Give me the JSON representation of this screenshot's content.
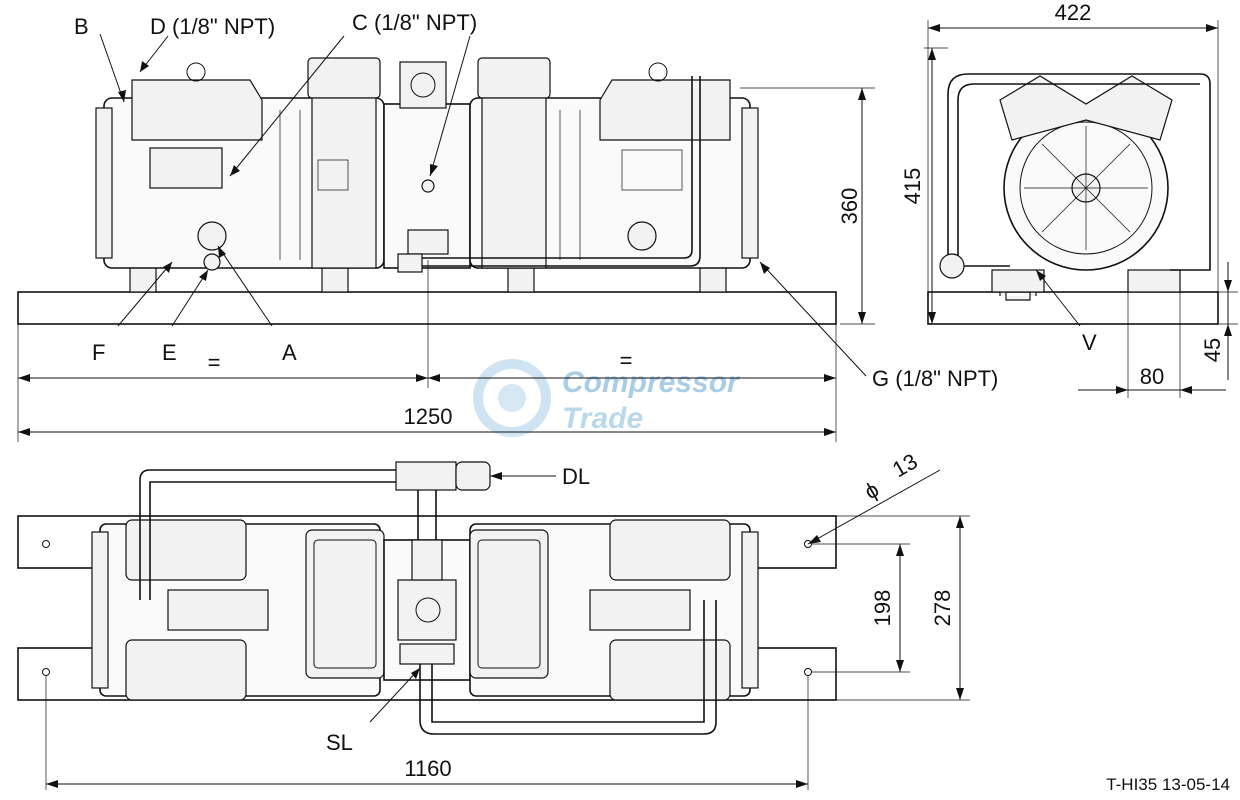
{
  "labels": {
    "B": "B",
    "D": "D (1/8\" NPT)",
    "C": "C (1/8\" NPT)",
    "A": "A",
    "E": "E",
    "F": "F",
    "G": "G (1/8\" NPT)",
    "V": "V",
    "DL": "DL",
    "SL": "SL",
    "eq_left": "=",
    "eq_right": "="
  },
  "dimensions": {
    "front_length": "1250",
    "front_height": "360",
    "side_width": "422",
    "side_height": "415",
    "side_foot_width": "80",
    "side_foot_height": "45",
    "top_length": "1160",
    "top_inner_width": "198",
    "top_outer_width": "278",
    "hole_diameter": "13",
    "diameter_symbol": "ϕ"
  },
  "watermark": {
    "line1": "Compressor",
    "line2": "Trade",
    "color": "#a9cde6"
  },
  "drawing_ref": "T-HI35 13-05-14"
}
